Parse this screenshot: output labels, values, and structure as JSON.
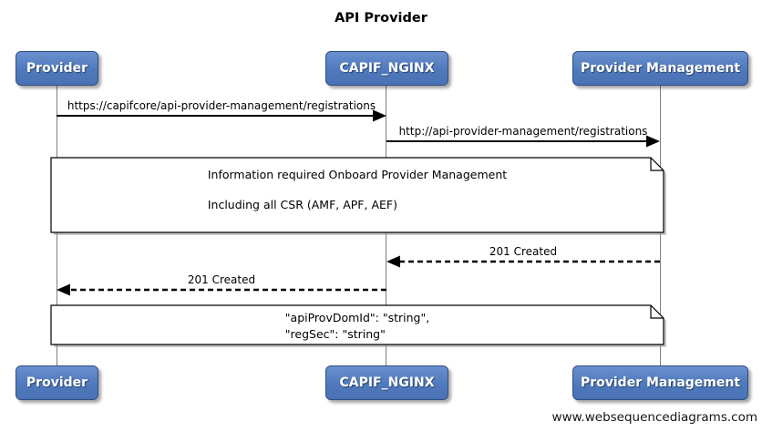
{
  "title": "API Provider",
  "watermark": "www.websequencediagrams.com",
  "actors": [
    {
      "id": "provider",
      "label": "Provider"
    },
    {
      "id": "capif-nginx",
      "label": "CAPIF_NGINX"
    },
    {
      "id": "provider-management",
      "label": "Provider Management"
    }
  ],
  "messages": [
    {
      "from": "Provider",
      "to": "CAPIF_NGINX",
      "style": "solid",
      "label": "https://capifcore/api-provider-management/registrations"
    },
    {
      "from": "CAPIF_NGINX",
      "to": "Provider Management",
      "style": "solid",
      "label": "http://api-provider-management/registrations"
    },
    {
      "from": "Provider Management",
      "to": "CAPIF_NGINX",
      "style": "dashed",
      "label": "201 Created"
    },
    {
      "from": "CAPIF_NGINX",
      "to": "Provider",
      "style": "dashed",
      "label": "201 Created"
    }
  ],
  "notes": [
    {
      "lines": [
        "Information required Onboard Provider Management",
        "",
        "Including all CSR (AMF, APF, AEF)"
      ]
    },
    {
      "lines": [
        "\"apiProvDomId\": \"string\",",
        "\"regSec\": \"string\""
      ]
    }
  ],
  "colors": {
    "actor_fill_top": "#6a90cf",
    "actor_fill_bottom": "#4a72b4",
    "actor_border": "#2e4d80",
    "actor_text": "#ffffff",
    "lifeline": "#7f7f7f",
    "message_line": "#000000",
    "note_background": "#ffffff",
    "note_border": "#000000",
    "background": "#ffffff"
  }
}
